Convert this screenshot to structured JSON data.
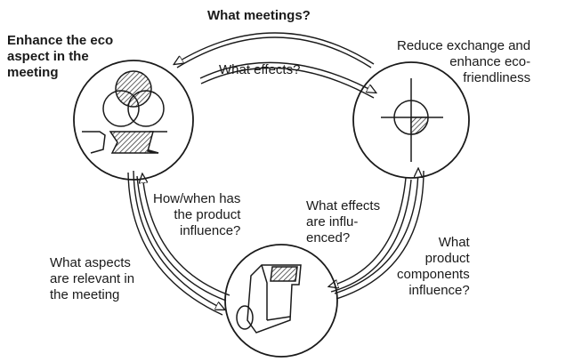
{
  "labels": {
    "top_arrow": "What meetings?",
    "inner_top": "What effects?",
    "node_left": "Enhance the eco\naspect in the\nmeeting",
    "node_right": "Reduce exchange and\nenhance eco-\nfriendliness",
    "inner_left": "How/when has\nthe product\ninfluence?",
    "inner_right": "What effects\nare influ-\nenced?",
    "outer_left": "What aspects\nare relevant in\nthe meeting",
    "outer_right": "What\nproduct\ncomponents\ninfluence?"
  },
  "colors": {
    "ink": "#1a1a1a",
    "hatch": "#3a3a3a"
  },
  "icons": {
    "left_node": "overlapping-circles-sketch",
    "right_node": "crosshair-target-sketch",
    "bottom_node": "product-device-sketch"
  }
}
